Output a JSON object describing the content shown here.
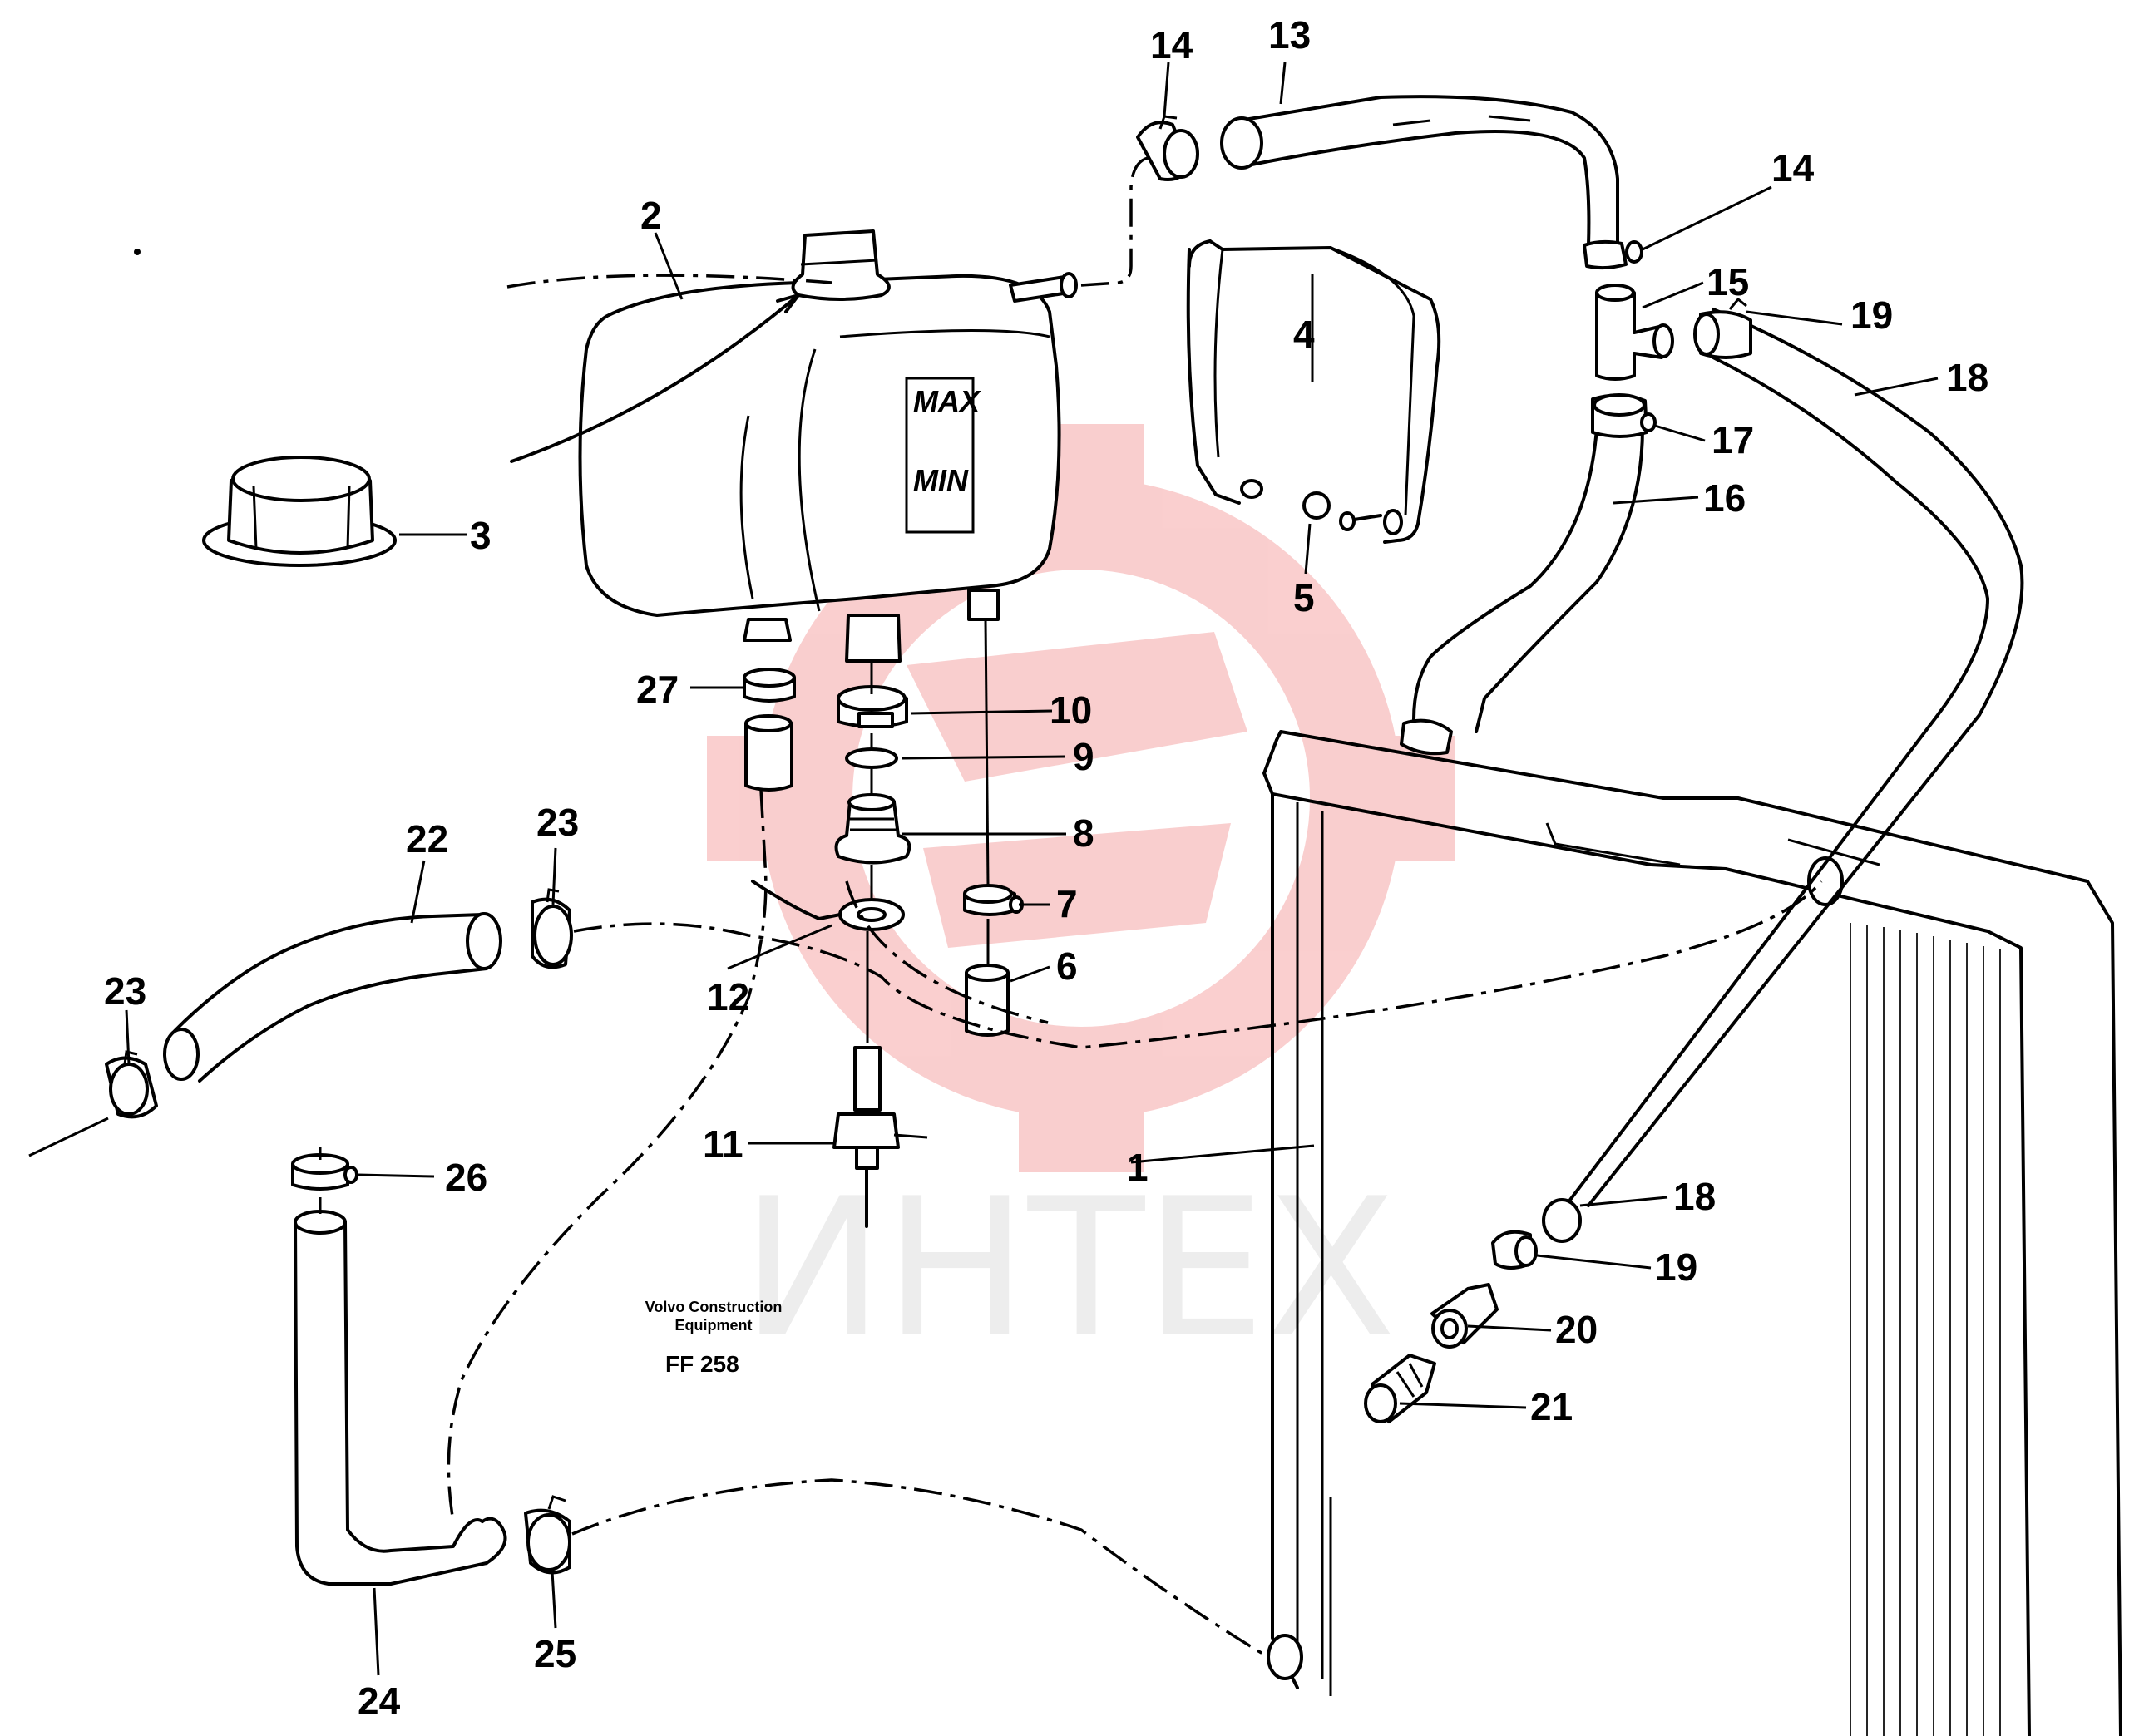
{
  "part_labels": [
    {
      "n": "1"
    },
    {
      "n": "2"
    },
    {
      "n": "3"
    },
    {
      "n": "4"
    },
    {
      "n": "5"
    },
    {
      "n": "6"
    },
    {
      "n": "7"
    },
    {
      "n": "8"
    },
    {
      "n": "9"
    },
    {
      "n": "10"
    },
    {
      "n": "11"
    },
    {
      "n": "12"
    },
    {
      "n": "13"
    },
    {
      "n": "14"
    },
    {
      "n": "14"
    },
    {
      "n": "15"
    },
    {
      "n": "16"
    },
    {
      "n": "17"
    },
    {
      "n": "18"
    },
    {
      "n": "18"
    },
    {
      "n": "19"
    },
    {
      "n": "19"
    },
    {
      "n": "20"
    },
    {
      "n": "21"
    },
    {
      "n": "22"
    },
    {
      "n": "23"
    },
    {
      "n": "23"
    },
    {
      "n": "24"
    },
    {
      "n": "25"
    },
    {
      "n": "26"
    },
    {
      "n": "27"
    }
  ],
  "tank_markings": {
    "max": "MAX",
    "min": "MIN"
  },
  "caption": {
    "line1": "Volvo Construction",
    "line2": "Equipment",
    "code": "FF 258"
  },
  "watermark": {
    "text": "ИНТЕХ",
    "color": "#f08080"
  }
}
